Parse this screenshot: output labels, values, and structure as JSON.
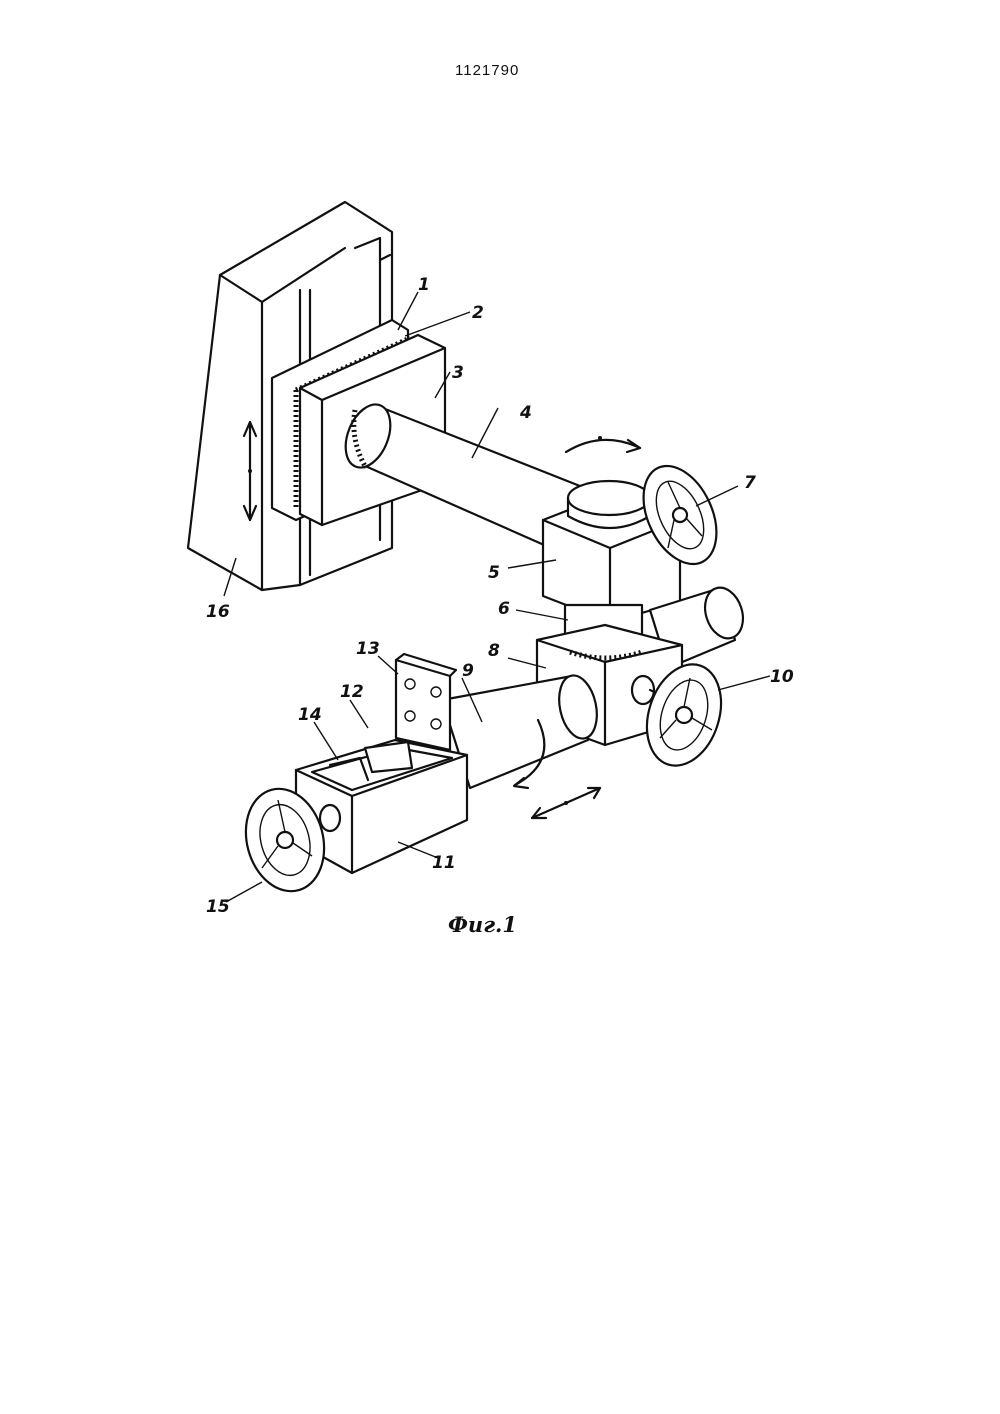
{
  "header": {
    "patent_number": "1121790"
  },
  "figure": {
    "caption": "Фиг.1",
    "labels": {
      "l1": "1",
      "l2": "2",
      "l3": "3",
      "l4": "4",
      "l5": "5",
      "l6": "6",
      "l7": "7",
      "l8": "8",
      "l9": "9",
      "l10": "10",
      "l11": "11",
      "l12": "12",
      "l13": "13",
      "l14": "14",
      "l15": "15",
      "l16": "16"
    }
  }
}
